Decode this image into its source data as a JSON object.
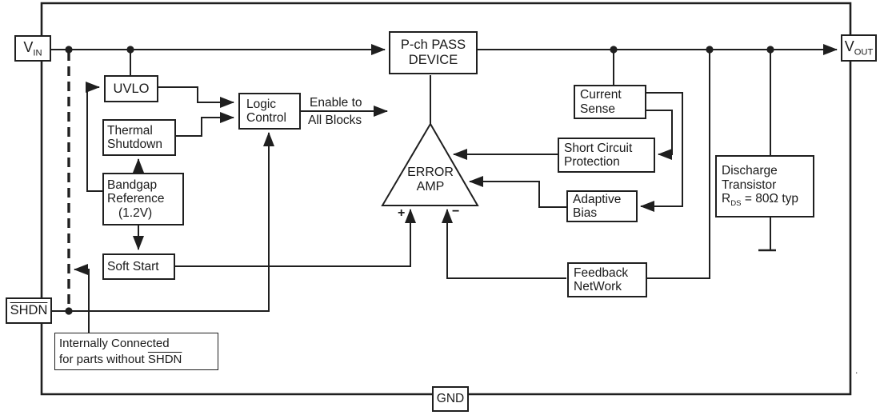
{
  "diagram": {
    "pins": {
      "vin": {
        "base": "V",
        "sub": "IN"
      },
      "vout": {
        "base": "V",
        "sub": "OUT"
      },
      "shdn": {
        "label": "SHDN"
      },
      "gnd": {
        "label": "GND"
      }
    },
    "blocks": {
      "uvlo": {
        "lines": [
          "UVLO"
        ]
      },
      "thermal_shutdown": {
        "lines": [
          "Thermal",
          "Shutdown"
        ]
      },
      "bandgap_reference": {
        "lines": [
          "Bandgap",
          "Reference",
          "(1.2V)"
        ]
      },
      "soft_start": {
        "lines": [
          "Soft Start"
        ]
      },
      "logic_control": {
        "lines": [
          "Logic",
          "Control"
        ]
      },
      "pass_device": {
        "lines": [
          "P-ch PASS",
          "DEVICE"
        ]
      },
      "error_amp": {
        "lines": [
          "ERROR",
          "AMP"
        ]
      },
      "current_sense": {
        "lines": [
          "Current",
          "Sense"
        ]
      },
      "short_circuit_protection": {
        "lines": [
          "Short Circuit",
          "Protection"
        ]
      },
      "adaptive_bias": {
        "lines": [
          "Adaptive",
          "Bias"
        ]
      },
      "feedback_network": {
        "lines": [
          "Feedback",
          "NetWork"
        ]
      },
      "discharge_transistor": {
        "line1": "Discharge",
        "line2": "Transistor",
        "rds_base": "R",
        "rds_sub": "DS",
        "rds_rest": " = 80Ω typ"
      }
    },
    "annotations": {
      "enable": {
        "line1": "Enable to",
        "line2": "All Blocks"
      },
      "note": {
        "line1": "Internally Connected",
        "line2_prefix": "for parts without ",
        "line2_shdn": "SHDN"
      },
      "error_amp_plus": "+",
      "error_amp_minus": "−",
      "stray_mark": "."
    },
    "colors": {
      "wire": "#1f1f1f",
      "box_border": "#1f1f1f",
      "text": "#1a1a1a",
      "background": "#ffffff"
    }
  }
}
